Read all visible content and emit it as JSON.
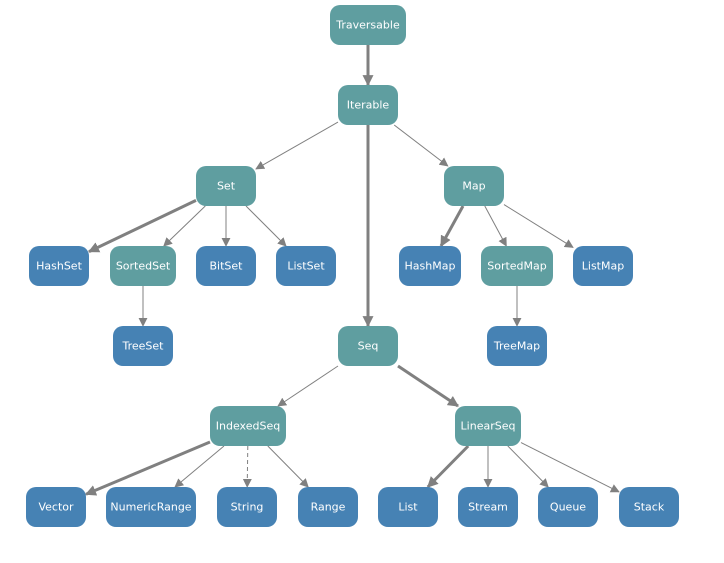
{
  "colors": {
    "trait": "#5f9ea0",
    "class": "#4682b4",
    "edge": "#808080"
  },
  "nodes": {
    "traversable": {
      "label": "Traversable",
      "kind": "trait"
    },
    "iterable": {
      "label": "Iterable",
      "kind": "trait"
    },
    "set": {
      "label": "Set",
      "kind": "trait"
    },
    "map": {
      "label": "Map",
      "kind": "trait"
    },
    "seq": {
      "label": "Seq",
      "kind": "trait"
    },
    "hashset": {
      "label": "HashSet",
      "kind": "class"
    },
    "sortedset": {
      "label": "SortedSet",
      "kind": "trait"
    },
    "bitset": {
      "label": "BitSet",
      "kind": "class"
    },
    "listset": {
      "label": "ListSet",
      "kind": "class"
    },
    "treeset": {
      "label": "TreeSet",
      "kind": "class"
    },
    "hashmap": {
      "label": "HashMap",
      "kind": "class"
    },
    "sortedmap": {
      "label": "SortedMap",
      "kind": "trait"
    },
    "listmap": {
      "label": "ListMap",
      "kind": "class"
    },
    "treemap": {
      "label": "TreeMap",
      "kind": "class"
    },
    "indexedseq": {
      "label": "IndexedSeq",
      "kind": "trait"
    },
    "linearseq": {
      "label": "LinearSeq",
      "kind": "trait"
    },
    "vector": {
      "label": "Vector",
      "kind": "class"
    },
    "numericrange": {
      "label": "NumericRange",
      "kind": "class"
    },
    "string": {
      "label": "String",
      "kind": "class"
    },
    "range": {
      "label": "Range",
      "kind": "class"
    },
    "list": {
      "label": "List",
      "kind": "class"
    },
    "stream": {
      "label": "Stream",
      "kind": "class"
    },
    "queue": {
      "label": "Queue",
      "kind": "class"
    },
    "stack": {
      "label": "Stack",
      "kind": "class"
    }
  },
  "edges": [
    {
      "from": "traversable",
      "to": "iterable",
      "style": "bold"
    },
    {
      "from": "iterable",
      "to": "set",
      "style": "thin"
    },
    {
      "from": "iterable",
      "to": "seq",
      "style": "bold"
    },
    {
      "from": "iterable",
      "to": "map",
      "style": "thin"
    },
    {
      "from": "set",
      "to": "hashset",
      "style": "bold"
    },
    {
      "from": "set",
      "to": "sortedset",
      "style": "thin"
    },
    {
      "from": "set",
      "to": "bitset",
      "style": "thin"
    },
    {
      "from": "set",
      "to": "listset",
      "style": "thin"
    },
    {
      "from": "sortedset",
      "to": "treeset",
      "style": "thin"
    },
    {
      "from": "map",
      "to": "hashmap",
      "style": "bold"
    },
    {
      "from": "map",
      "to": "sortedmap",
      "style": "thin"
    },
    {
      "from": "map",
      "to": "listmap",
      "style": "thin"
    },
    {
      "from": "sortedmap",
      "to": "treemap",
      "style": "thin"
    },
    {
      "from": "seq",
      "to": "indexedseq",
      "style": "thin"
    },
    {
      "from": "seq",
      "to": "linearseq",
      "style": "bold"
    },
    {
      "from": "indexedseq",
      "to": "vector",
      "style": "bold"
    },
    {
      "from": "indexedseq",
      "to": "numericrange",
      "style": "thin"
    },
    {
      "from": "indexedseq",
      "to": "string",
      "style": "dashed"
    },
    {
      "from": "indexedseq",
      "to": "range",
      "style": "thin"
    },
    {
      "from": "linearseq",
      "to": "list",
      "style": "bold"
    },
    {
      "from": "linearseq",
      "to": "stream",
      "style": "thin"
    },
    {
      "from": "linearseq",
      "to": "queue",
      "style": "thin"
    },
    {
      "from": "linearseq",
      "to": "stack",
      "style": "thin"
    }
  ]
}
